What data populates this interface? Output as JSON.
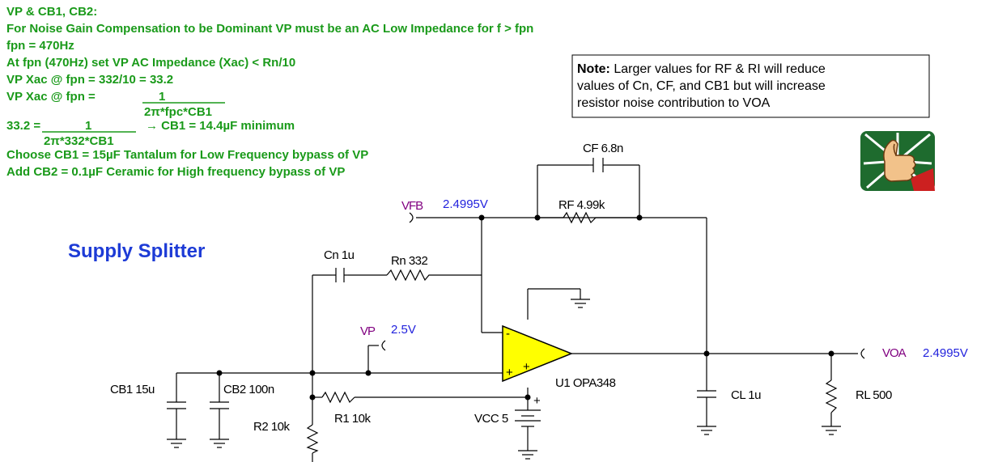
{
  "notes": {
    "lines": [
      "VP & CB1, CB2:",
      "For Noise Gain Compensation to be Dominant VP must be an AC Low Impedance for f > fpn",
      "fpn = 470Hz",
      "At fpn (470Hz) set VP AC Impedance (Xac) < Rn/10",
      "VP Xac @ fpn = 332/10 = 33.2"
    ],
    "eq1_lhs": "VP Xac @ fpn =",
    "eq1_num": "1",
    "eq1_den": "2π*fpc*CB1",
    "eq2_lhs": "33.2 =",
    "eq2_num": "1",
    "eq2_den": "2π*332*CB1",
    "eq2_result": "→ CB1 = 14.4µF  minimum",
    "tail": [
      "Choose CB1 = 15µF Tantalum for Low Frequency bypass of VP",
      "Add CB2 = 0.1µF Ceramic for High frequency bypass of VP"
    ]
  },
  "note_box": {
    "bold": "Note:",
    "line1": " Larger values for RF & RI will reduce",
    "line2": "values of Cn, CF, and CB1 but will increase",
    "line3": "resistor noise contribution to VOA"
  },
  "section_title": "Supply Splitter",
  "icon": "thumbs-up-icon",
  "components": {
    "cf": "CF 6.8n",
    "rf": "RF 4.99k",
    "cn": "Cn 1u",
    "rn": "Rn 332",
    "cb1": "CB1 15u",
    "cb2": "CB2 100n",
    "r2": "R2 10k",
    "r1": "R1 10k",
    "vcc": "VCC 5",
    "u1": "U1 OPA348",
    "cl": "CL 1u",
    "rl": "RL 500"
  },
  "nets": {
    "vfb": "VFB",
    "vfb_v": "2.4995V",
    "vp": "VP",
    "vp_v": "2.5V",
    "voa": "VOA",
    "voa_v": "2.4995V"
  },
  "opamp": {
    "minus": "-",
    "plus": "+",
    "plus2": "+"
  },
  "vcc_plus": "+"
}
